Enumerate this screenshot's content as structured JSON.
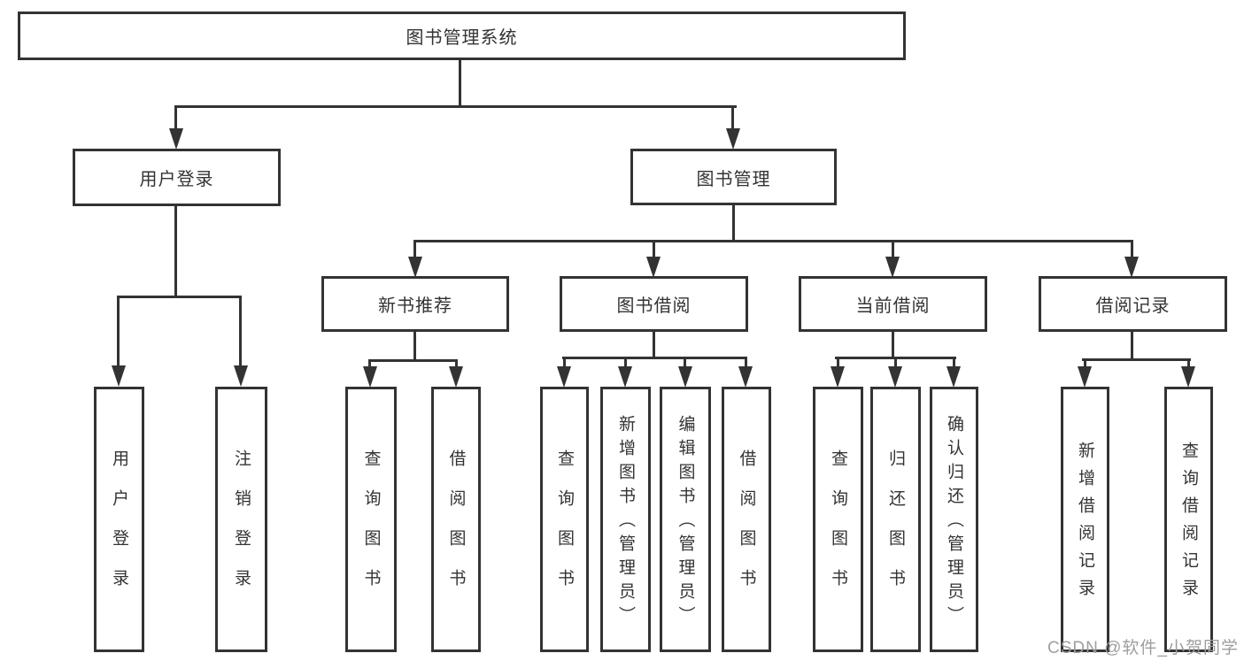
{
  "meta": {
    "kind": "hierarchy-diagram"
  },
  "colors": {
    "line": "#333333",
    "box_border": "#333333",
    "text": "#333333",
    "background": "#ffffff",
    "watermark": "#9e9e9e"
  },
  "tree": {
    "root": {
      "label": "图书管理系统"
    },
    "level2": [
      {
        "label": "用户登录",
        "children": [
          "用户登录",
          "注销登录"
        ]
      },
      {
        "label": "图书管理"
      }
    ],
    "level3": [
      {
        "label": "新书推荐",
        "children": [
          "查询图书",
          "借阅图书"
        ]
      },
      {
        "label": "图书借阅",
        "children": [
          "查询图书",
          "新增图书（管理员）",
          "编辑图书（管理员）",
          "借阅图书"
        ]
      },
      {
        "label": "当前借阅",
        "children": [
          "查询图书",
          "归还图书",
          "确认归还（管理员）"
        ]
      },
      {
        "label": "借阅记录",
        "children": [
          "新增借阅记录",
          "查询借阅记录"
        ]
      }
    ]
  },
  "watermark": {
    "text": "CSDN @软件_小贺同学"
  }
}
